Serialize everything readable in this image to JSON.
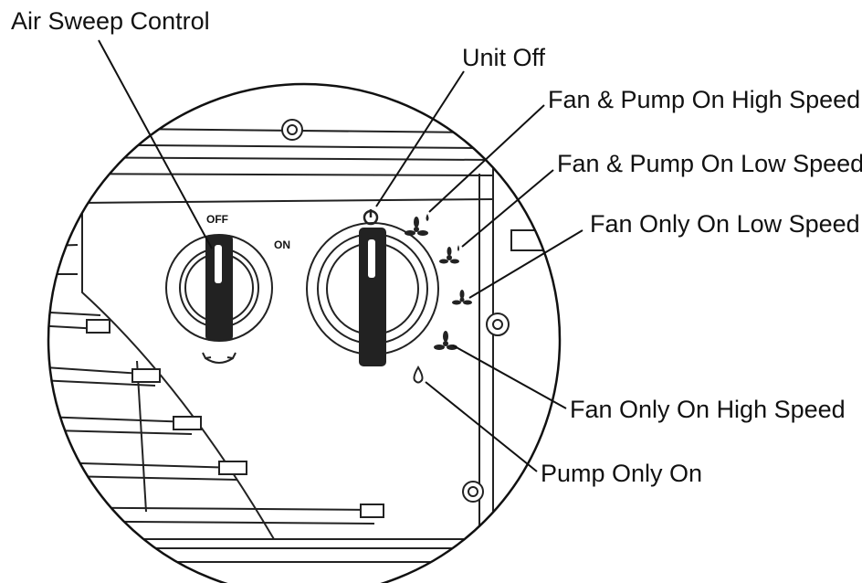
{
  "callouts": {
    "air_sweep_control": "Air Sweep Control",
    "unit_off": "Unit Off",
    "fan_pump_high": "Fan & Pump On High Speed",
    "fan_pump_low": "Fan & Pump On Low Speed",
    "fan_only_low": "Fan Only On Low Speed",
    "fan_only_high": "Fan Only On High Speed",
    "pump_only": "Pump Only On"
  },
  "knob_labels": {
    "off": "OFF",
    "on": "ON"
  },
  "icons": [
    "power-icon",
    "fan-pump-high-icon",
    "fan-pump-low-icon",
    "fan-low-icon",
    "fan-high-icon",
    "water-drop-icon",
    "swing-arrows-icon"
  ]
}
